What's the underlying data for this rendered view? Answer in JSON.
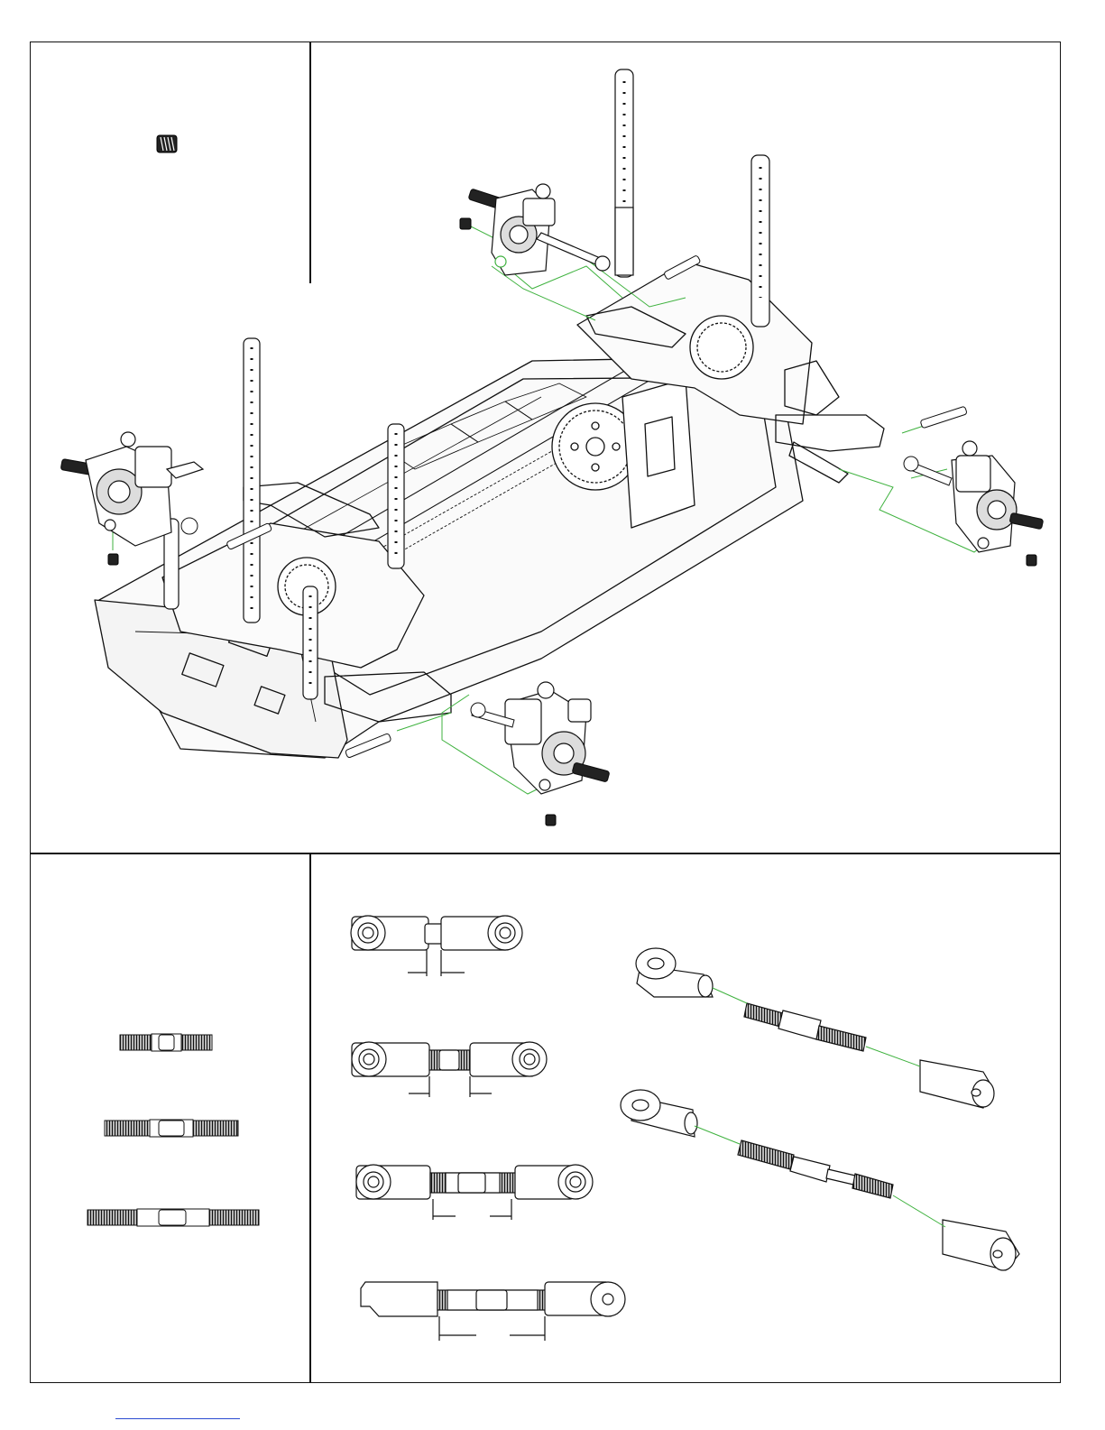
{
  "page": {
    "sections": [
      {
        "id": "assembly-step",
        "panels": [
          "parts-callout",
          "chassis-exploded-view"
        ]
      },
      {
        "id": "turnbuckle-step",
        "panels": [
          "turnbuckle-parts",
          "link-adjustment-diagrams"
        ]
      }
    ],
    "icons": {
      "part_icon": "set-screw-icon",
      "hardware": [
        "set-screw-icon",
        "hinge-pin-icon",
        "drive-shaft-icon",
        "steering-knuckle-icon",
        "shock-tower-post-icon"
      ],
      "turnbuckles": [
        "turnbuckle-short-icon",
        "turnbuckle-medium-icon",
        "turnbuckle-long-icon"
      ],
      "links": [
        "link-assembly-1",
        "link-assembly-2",
        "link-assembly-3",
        "link-assembly-4"
      ],
      "exploded": [
        "exploded-link-upper",
        "exploded-link-lower"
      ]
    },
    "colors": {
      "line": "#111111",
      "guide_line": "#3fb23f",
      "footer_link": "#2a4bd1"
    }
  }
}
